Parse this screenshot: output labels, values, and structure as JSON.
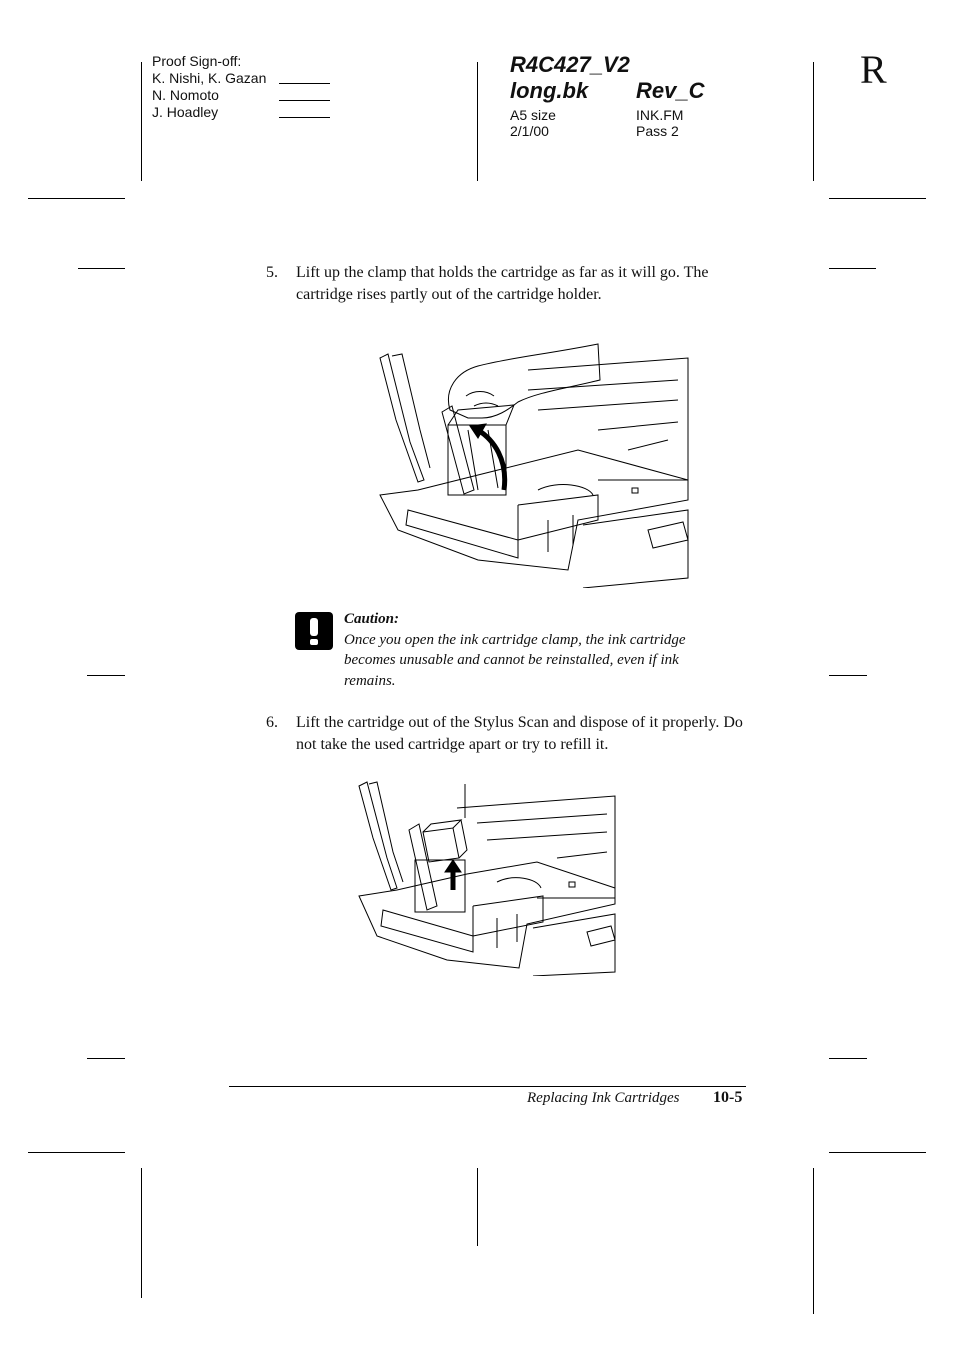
{
  "proof": {
    "heading": "Proof Sign-off:",
    "signers": [
      "K. Nishi, K. Gazan",
      "N. Nomoto",
      "J. Hoadley"
    ]
  },
  "header": {
    "code": "R4C427_V2",
    "book": "long.bk",
    "rev": "Rev_C",
    "size": "A5 size",
    "file": "INK.FM",
    "date": "2/1/00",
    "pass": "Pass 2",
    "side_mark": "R"
  },
  "steps": [
    {
      "number": "5.",
      "text": "Lift up the clamp that holds the cartridge as far as it will go. The cartridge rises partly out of the cartridge holder."
    },
    {
      "number": "6.",
      "text": "Lift the cartridge out of the Stylus Scan and dispose of it properly. Do not take the used cartridge apart or try to refill it."
    }
  ],
  "caution": {
    "icon": "exclamation-icon",
    "heading": "Caution:",
    "lines": [
      "Once you open the ink cartridge clamp, the ink cartridge",
      "becomes unusable and cannot be reinstalled, even if ink",
      "remains."
    ]
  },
  "footer": {
    "section": "Replacing Ink Cartridges",
    "page": "10-5"
  }
}
